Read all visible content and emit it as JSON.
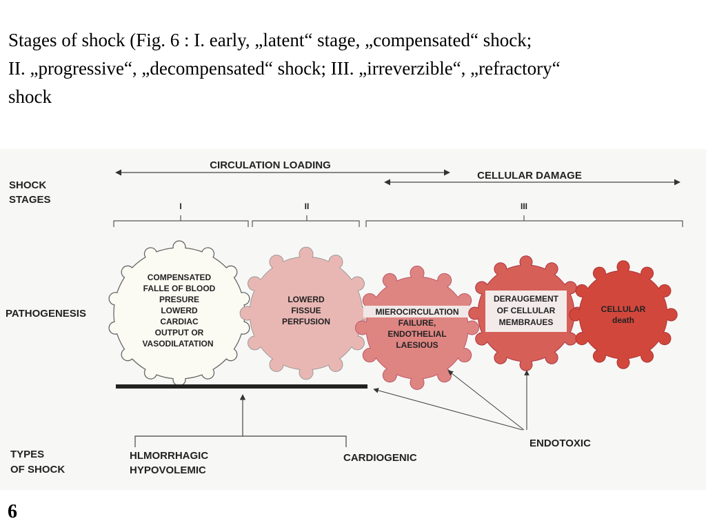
{
  "caption": {
    "line1": "Stages of shock (Fig. 6 : I. early, „latent“ stage, „compensated“ shock;",
    "line2": "II. „progressive“, „decompensated“ shock; III. „irreverzible“, „refractory“",
    "line3": " shock"
  },
  "figure": {
    "circulation_loading": "CIRCULATION LOADING",
    "cellular_damage": "CELLULAR DAMAGE",
    "shock_stages": [
      "SHOCK",
      "STAGES"
    ],
    "stage_numerals": [
      "I",
      "II",
      "III"
    ],
    "pathogenesis": "PATHOGENESIS",
    "gears": [
      {
        "lines": [
          "COMPENSATED",
          "FALLE OF BLOOD",
          "PRESURE",
          "LOWERD",
          "CARDIAC",
          "OUTPUT OR",
          "VASODILATATION"
        ],
        "color": "#fbfaf3"
      },
      {
        "lines": [
          "LOWERD",
          "FISSUE",
          "PERFUSION"
        ],
        "color": "#e9b7b3"
      },
      {
        "lines": [
          "MIEROCIRCULATION",
          "FAILURE,",
          "ENDOTHELIAL",
          "LAESIOUS"
        ],
        "color": "#de8582"
      },
      {
        "lines": [
          "DERAUGEMENT",
          "OF CELLULAR",
          "MEMBRAUES"
        ],
        "color": "#d65f57"
      },
      {
        "lines": [
          "CELLULAR",
          "death"
        ],
        "color": "#d2473c"
      }
    ],
    "types_of_shock": [
      "TYPES",
      "OF SHOCK"
    ],
    "hemorrhagic": [
      "HLMORRHAGIC",
      "HYPOVOLEMIC"
    ],
    "cardiogenic": "CARDIOGENIC",
    "endotoxic": "ENDOTOXIC"
  },
  "slide_number": "6"
}
